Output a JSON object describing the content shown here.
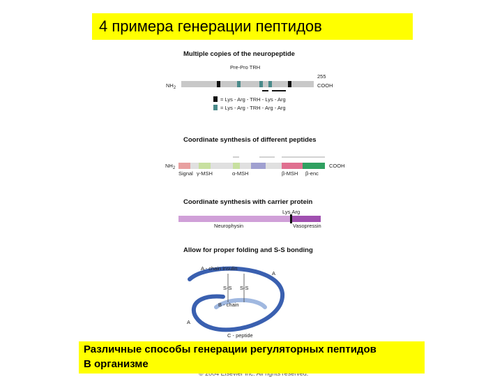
{
  "slide": {
    "title": "4 примера генерации пептидов",
    "caption_line1": "Различные способы генерации регуляторных пептидов",
    "caption_line2": "В организме",
    "copyright": "© 2004 Elsevier Inc. All rights reserved."
  },
  "figure": {
    "section1": {
      "heading": "Multiple copies of the neuropeptide",
      "prepro_label": "Pre-Pro TRH",
      "nh2": "NH",
      "nh2_sub": "2",
      "end_number": "255",
      "cooh": "COOH",
      "legend1": "= Lys - Arg - TRH - Lys - Arg",
      "legend2": "= Lys - Arg - TRH - Arg - Arg"
    },
    "section2": {
      "heading": "Coordinate synthesis of different peptides",
      "nh2": "NH",
      "nh2_sub": "2",
      "cooh": "COOH",
      "labels": [
        "Signal",
        "γ-MSH",
        "α-MSH",
        "β-MSH",
        "β-enc"
      ]
    },
    "section3": {
      "heading": "Coordinate synthesis with carrier protein",
      "lysarg": "Lys.Arg",
      "neurophysin": "Neurophysin",
      "vasopressin": "Vasopressin"
    },
    "section4": {
      "heading": "Allow for proper folding and S-S bonding",
      "a_chain": "A - chain insulin",
      "ss1": "S-S",
      "ss2": "S-S",
      "b_chain": "B - chain",
      "c_peptide": "C - peptide",
      "label_a1": "A",
      "label_a2": "A"
    },
    "colors": {
      "title_bg": "#ffff00",
      "prepro_bar": "#c8c8c8",
      "trh_marker_black": "#111111",
      "trh_marker_teal": "#4a8a8a",
      "signal": "#e8a0a0",
      "gamma_msh": "#c8e0a0",
      "alpha_msh": "#a0a0d0",
      "beta_msh": "#e07090",
      "beta_enc": "#30a060",
      "neurophysin": "#d0a0d8",
      "vasopressin": "#a050b0",
      "insulin_chain": "#3a60b0",
      "b_chain_light": "#a0b8e0"
    }
  }
}
